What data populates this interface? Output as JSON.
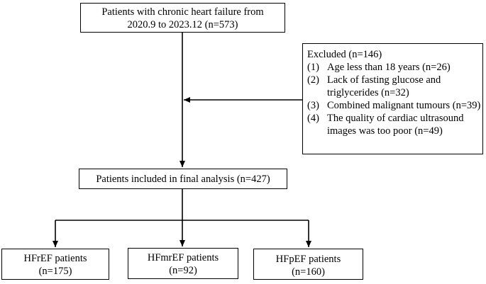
{
  "top_box": {
    "line1": "Patients with chronic heart failure from",
    "line2": "2020.9 to 2023.12 (n=573)"
  },
  "excluded": {
    "title": "Excluded (n=146)",
    "items": [
      {
        "num": "(1)",
        "lines": [
          "Age less than 18 years (n=26)"
        ]
      },
      {
        "num": "(2)",
        "lines": [
          "Lack of fasting glucose and",
          "triglycerides (n=32)"
        ]
      },
      {
        "num": "(3)",
        "lines": [
          "Combined malignant tumours (n=39)"
        ]
      },
      {
        "num": "(4)",
        "lines": [
          "The quality of cardiac ultrasound",
          "images was too poor (n=49)"
        ]
      }
    ]
  },
  "included_box": {
    "text": "Patients included in final analysis (n=427)"
  },
  "groups": [
    {
      "label": "HFrEF patients",
      "count": "(n=175)"
    },
    {
      "label": "HFmrEF patients",
      "count": "(n=92)"
    },
    {
      "label": "HFpEF patients",
      "count": "(n=160)"
    }
  ],
  "colors": {
    "line": "#000000",
    "background": "#ffffff"
  }
}
